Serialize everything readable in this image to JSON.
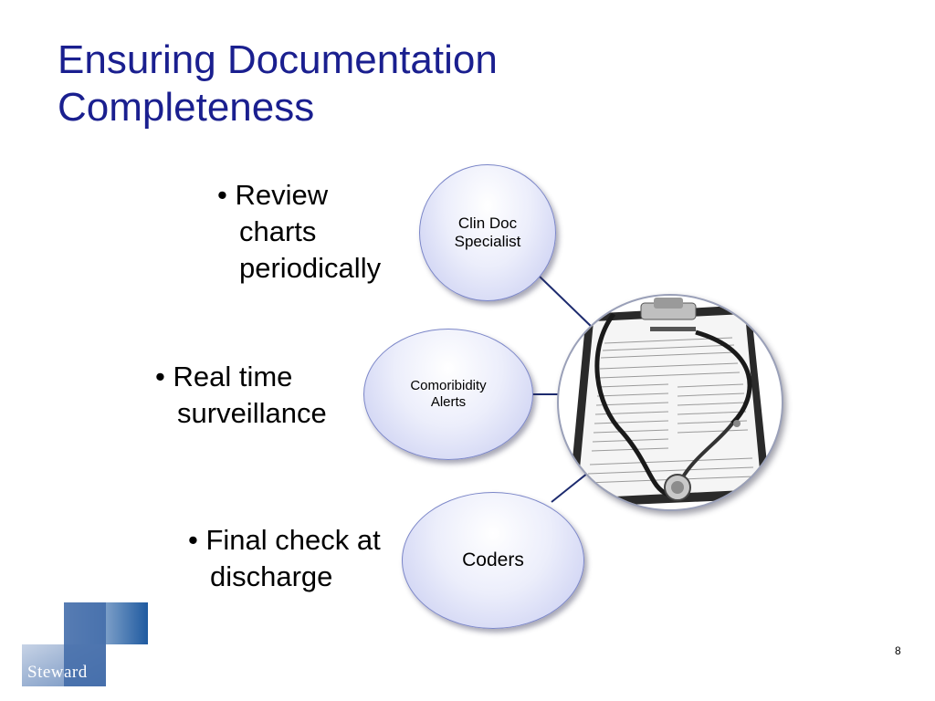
{
  "slide": {
    "title_line1": "Ensuring Documentation",
    "title_line2": "Completeness",
    "page_number": "8"
  },
  "colors": {
    "title": "#1a1f8f",
    "connector": "#1c2a6e",
    "bubble_fill": "#c4c9f0",
    "logo_blue": "#1f5aa0"
  },
  "bubbles": [
    {
      "label_line1": "Clin Doc",
      "label_line2": "Specialist"
    },
    {
      "label_line1": "Comoribidity",
      "label_line2": "Alerts"
    },
    {
      "label": "Coders"
    }
  ],
  "bullets": [
    {
      "marker": "•",
      "line1": "Review",
      "line2": "charts",
      "line3": "periodically"
    },
    {
      "marker": "•",
      "line1": "Real time",
      "line2": "surveillance"
    },
    {
      "marker": "•",
      "line1": "Final check at",
      "line2": "discharge"
    }
  ],
  "photo": {
    "icon": "medical-history-clipboard-stethoscope-image"
  },
  "logo": {
    "text": "Steward"
  }
}
